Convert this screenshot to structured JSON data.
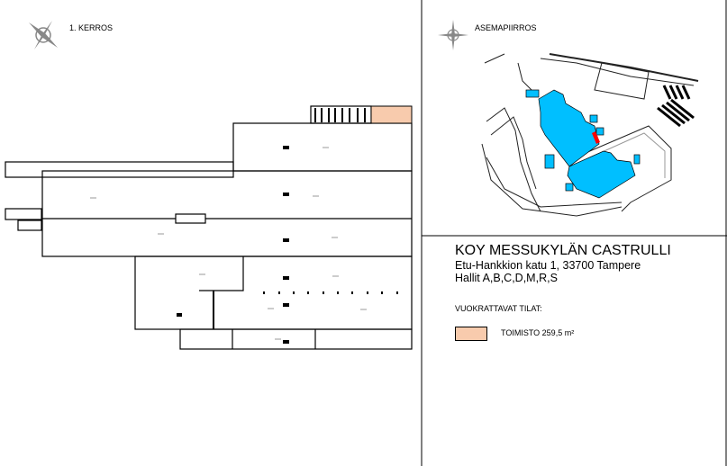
{
  "floor_plan": {
    "label": "1. KERROS",
    "compass_icon": "compass-rose-icon"
  },
  "site_map": {
    "label": "ASEMAPIIRROS",
    "compass_icon": "compass-rose-icon",
    "building_color": "#00BFFF",
    "highlight_color": "#FF0000"
  },
  "info": {
    "title": "KOY MESSUKYLÄN CASTRULLI",
    "address": "Etu-Hankkion katu 1, 33700 Tampere",
    "halls": "Hallit A,B,C,D,M,R,S",
    "rentable_heading": "VUOKRATTAVAT TILAT:",
    "legend": [
      {
        "label": "TOIMISTO 259,5 m²",
        "color": "#F8CBAD"
      }
    ]
  }
}
